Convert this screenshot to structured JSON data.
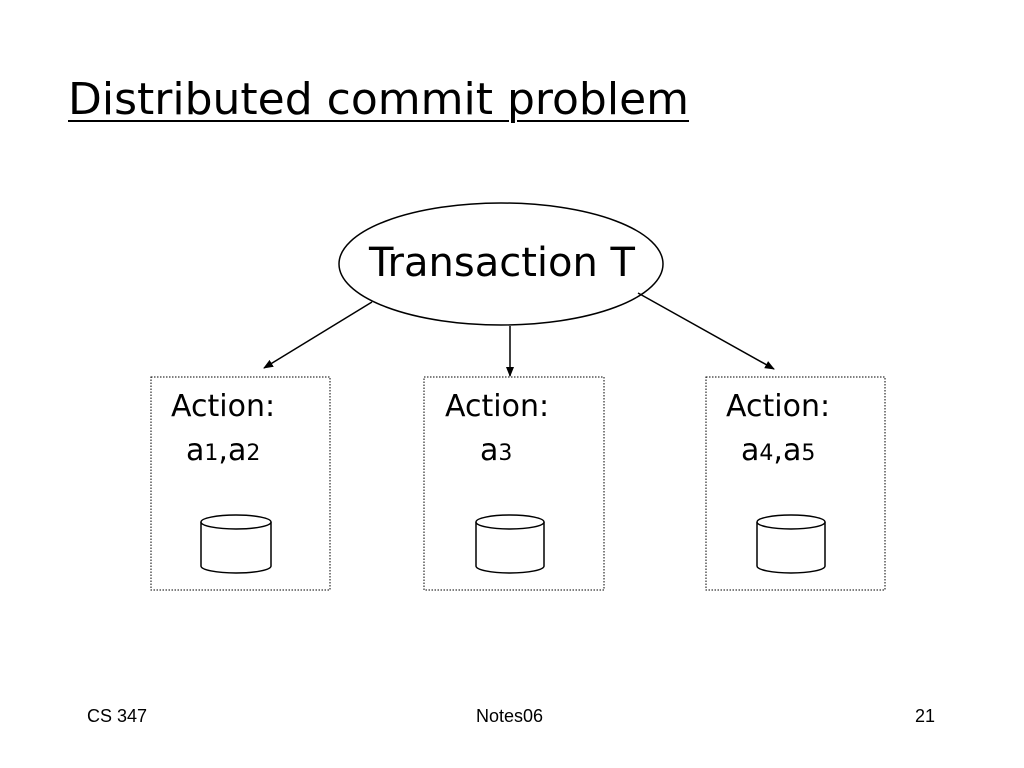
{
  "title": "Distributed commit problem",
  "transaction": {
    "label": "Transaction T"
  },
  "nodes": [
    {
      "label": "Action:",
      "actions": [
        {
          "base": "a",
          "sub": "1"
        },
        {
          "sep": ","
        },
        {
          "base": "a",
          "sub": "2"
        }
      ]
    },
    {
      "label": "Action:",
      "actions": [
        {
          "base": "a",
          "sub": "3"
        }
      ]
    },
    {
      "label": "Action:",
      "actions": [
        {
          "base": "a",
          "sub": "4"
        },
        {
          "sep": ","
        },
        {
          "base": "a",
          "sub": "5"
        }
      ]
    }
  ],
  "footer": {
    "left": "CS 347",
    "center": "Notes06",
    "right": "21"
  }
}
